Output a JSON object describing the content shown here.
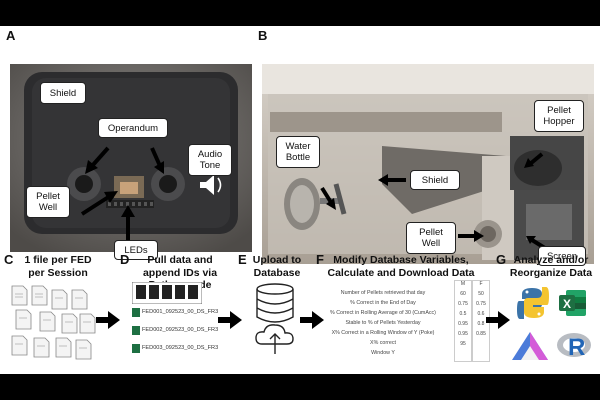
{
  "panel_a": {
    "letter": "A",
    "labels": {
      "shield": "Shield",
      "operandum": "Operandum",
      "audio_tone": "Audio Tone",
      "pellet_well": "Pellet Well",
      "leds": "LEDs"
    }
  },
  "panel_b": {
    "letter": "B",
    "labels": {
      "water_bottle": "Water Bottle",
      "shield": "Shield",
      "pellet_hopper": "Pellet Hopper",
      "pellet_well": "Pellet Well",
      "screen": "Screen"
    }
  },
  "steps": [
    {
      "letter": "C",
      "title": "1 file per FED per Session"
    },
    {
      "letter": "D",
      "title": "Pull data and append IDs via Python code"
    },
    {
      "letter": "E",
      "title": "Upload to Database"
    },
    {
      "letter": "F",
      "title": "Modify Database Variables, Calculate and Download Data"
    },
    {
      "letter": "G",
      "title": "Analyze and/or Reorganize Data"
    }
  ],
  "panel_d": {
    "files": [
      "FED001_092523_00_DS_FR3",
      "FED002_092523_00_DS_FR3",
      "FED003_092523_00_DS_FR3"
    ]
  },
  "panel_f": {
    "col_headers": [
      "M",
      "F"
    ],
    "variables": [
      "Number of Pellets retrieved that day",
      "% Correct in the End of Day",
      "% Correct in Rolling Average of 30 (CumAcc)",
      "Stable to % of Pellets Yesterday",
      "X% Correct in a Rolling Window of Y (Poke)",
      "X% correct",
      "Window Y"
    ],
    "m_values": [
      "60",
      "0.75",
      "0.5",
      "0.95",
      "0.95",
      "95",
      ""
    ],
    "f_values": [
      "50",
      "0.75",
      "0.6",
      "0.8",
      "0.85",
      "",
      ""
    ]
  },
  "panel_g": {
    "tools": [
      "python-logo-icon",
      "excel-logo-icon",
      "origin-logo-icon",
      "r-logo-icon"
    ],
    "excel_letter": "X",
    "r_letter": "R"
  },
  "colors": {
    "python_blue": "#3b73a8",
    "python_yellow": "#f4c430",
    "excel_green": "#1d6f42",
    "r_blue": "#2165b6"
  }
}
